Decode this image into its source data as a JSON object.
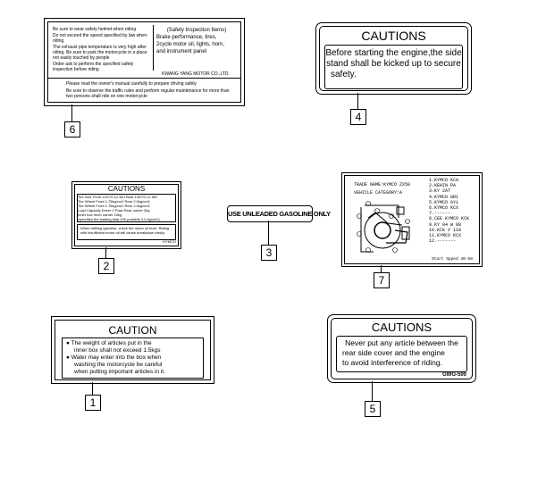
{
  "labels": {
    "l6": {
      "callout": "6",
      "left_lines": [
        "Be sure to wear safety helmet when riding",
        "Do not exceed the speed specified by law when riding",
        "The exhaust pipe temperature is very high after riding. Be sure to park the motorcycle in a place not easily touched by people",
        "Order ask to perform the specified safety inspection before riding"
      ],
      "box_title": "(Safety Inspection Items)",
      "box_lines": [
        "Brake performance, tires,",
        "2cycle motor oil, lights, horn,",
        "and instrument panel"
      ],
      "maker": "KWANG YANG MOTOR CO.,LTD.",
      "bottom_lines": [
        "Please read the owner's manual carefully to prepare driving safely",
        "Be sure to observe the traffic rules and perform regular maintenance for more than two persons shall ride on one motorcycle"
      ]
    },
    "l4": {
      "callout": "4",
      "title": "CAUTIONS",
      "lines": [
        "Before starting the engine,the side",
        "stand shall be kicked up to secure",
        "safety."
      ]
    },
    "l2": {
      "callout": "2",
      "title": "CAUTIONS",
      "rows": [
        "Tire Size  Front 120/70-12 56J  Rear 130/70-12 56J",
        "Tire Wheel Front 1.75kg/cm2  Rear 2.0kg/cm2",
        "Tire Wheel Front 1.75kg/cm2  Rear 2.5kg/cm2",
        "Load Capacity Driver 1 Pass  Rear carrier 3kg",
        "Inner box Inner carrier 10kg",
        "(specifies the loading total 200 possible 3.0 kg/cm2)"
      ],
      "note": "When refilling gasoline, check the motor oil level. Riding with insufficient motor oil will cause breakdown easily.",
      "code": "KYMCO"
    },
    "l3": {
      "callout": "3",
      "text": "USE UNLEADED GASOLINE ONLY"
    },
    "l7": {
      "callout": "7",
      "trade_name": "TRADE NAME:KYMCO ZX50",
      "vehicle_category": "VEHICLE CATEGORY:A",
      "list": [
        "1.KYMCO KCA",
        "2.KEHIN PA",
        "3.KY 2AT",
        "4.KYMCO GR1",
        "5.KYMCO GY1",
        "6.KYMCO KCX",
        "7.------",
        "8.CEE KYMCO KCK",
        "9.KY 04 W 88",
        "10.KCK # 118",
        "11.KYMCO KCX",
        "12.-------"
      ],
      "footer": "Start Spped 40-58"
    },
    "l1": {
      "callout": "1",
      "title": "CAUTION",
      "lines": [
        "The weight of articles put in the",
        "inner box shall not exceed 1.5kgs",
        "Water may enter into the box when",
        "washing the motorcycle be careful",
        "when putting important articles in it."
      ]
    },
    "l5": {
      "callout": "5",
      "title": "CAUTIONS",
      "lines": [
        "Never put any article between the",
        "rear side cover and the engine",
        "to avoid interference of riding."
      ],
      "code": "GWG-500"
    }
  }
}
